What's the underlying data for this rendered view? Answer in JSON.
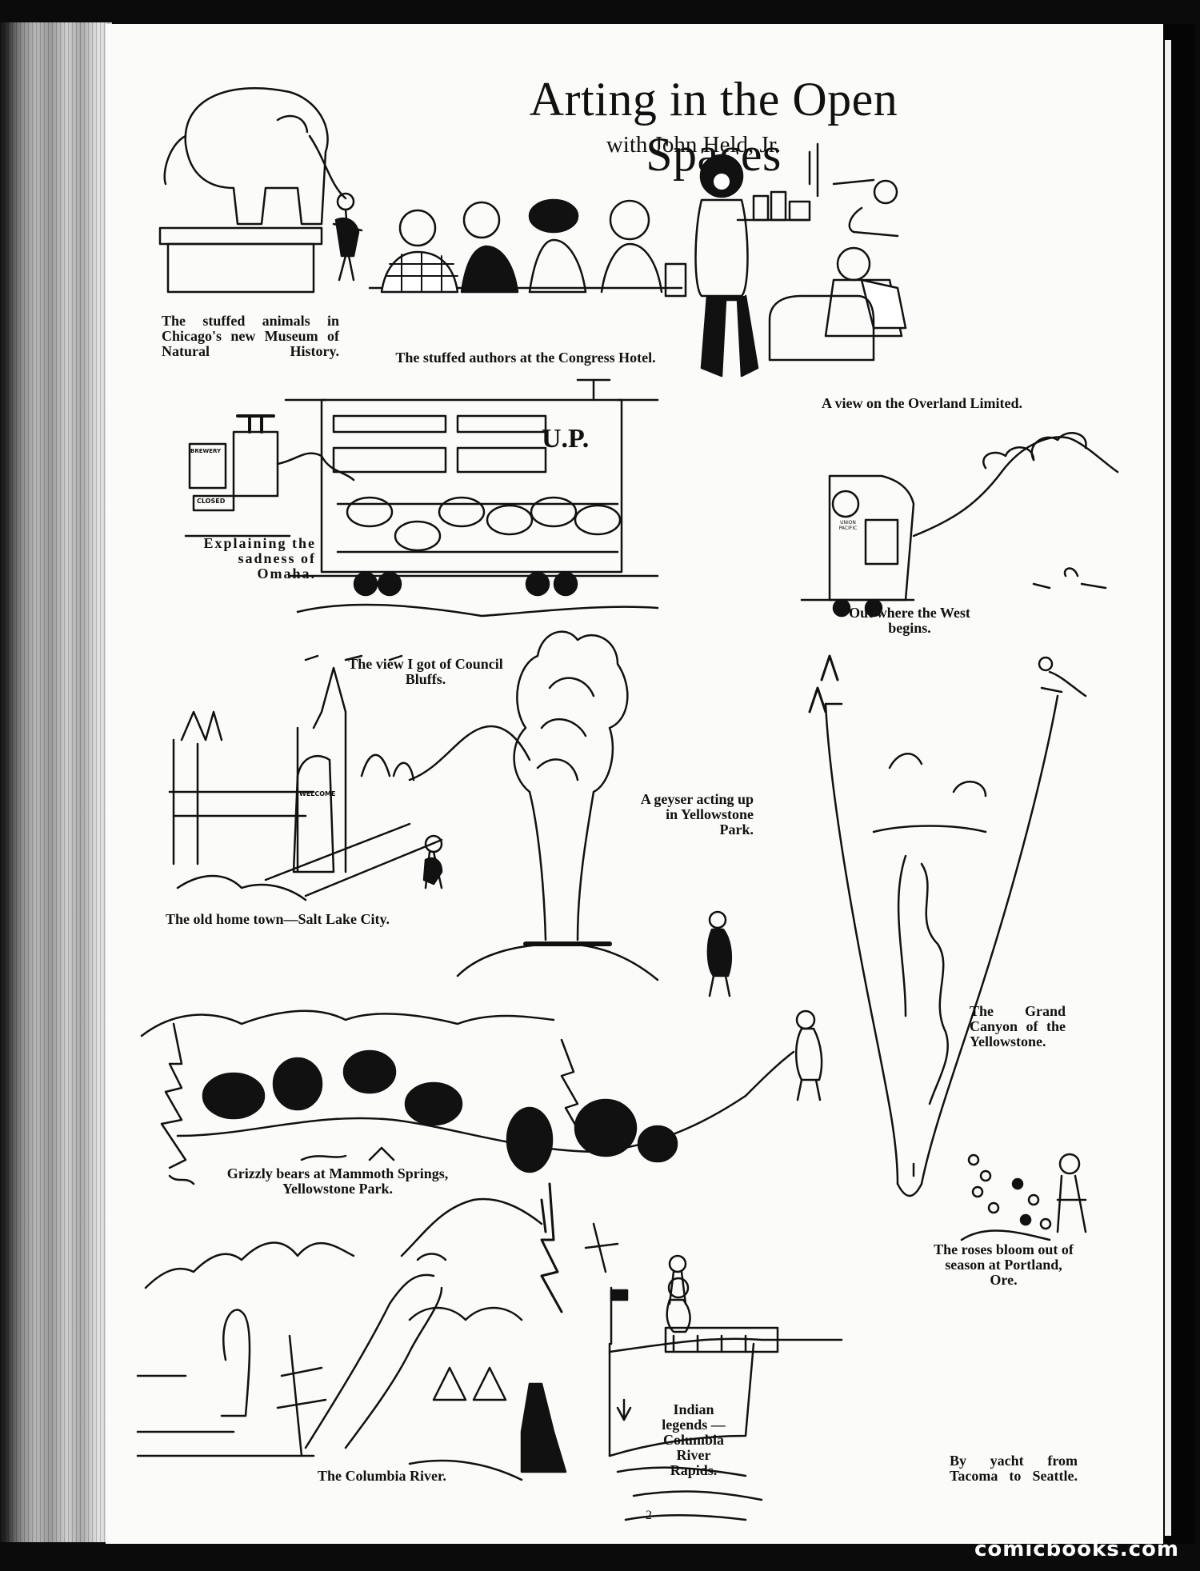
{
  "page": {
    "title": "Arting in the Open Spaces",
    "subtitle": "with John Held, Jr.",
    "page_number": "2",
    "watermark": "comicbooks.com"
  },
  "captions": {
    "museum": "The stuffed animals in Chicago's new Museum of Natural History.",
    "authors": "The stuffed authors at the Congress Hotel.",
    "overland": "A view on the Overland Limited.",
    "omaha": "Explaining the sadness of Omaha.",
    "council_bluffs": "The view I got of Council Bluffs.",
    "west_begins": "Out where the West begins.",
    "salt_lake": "The old home town—Salt Lake City.",
    "geyser": "A geyser acting up in Yellowstone Park.",
    "grand_canyon": "The Grand Canyon of the Yellowstone.",
    "grizzly": "Grizzly bears at Mammoth Springs, Yellowstone Park.",
    "roses": "The roses bloom out of season at Portland, Ore.",
    "columbia": "The Columbia River.",
    "indian": "Indian legends —Columbia River Rapids.",
    "yacht": "By yacht from Tacoma to Seattle."
  },
  "drawing_labels": {
    "boxcar": "U.P.",
    "engine": "UNION PACIFIC",
    "welcome_sign": "WELCOME",
    "closed_sign": "CLOSED",
    "brewery_sign": "BREWERY"
  }
}
